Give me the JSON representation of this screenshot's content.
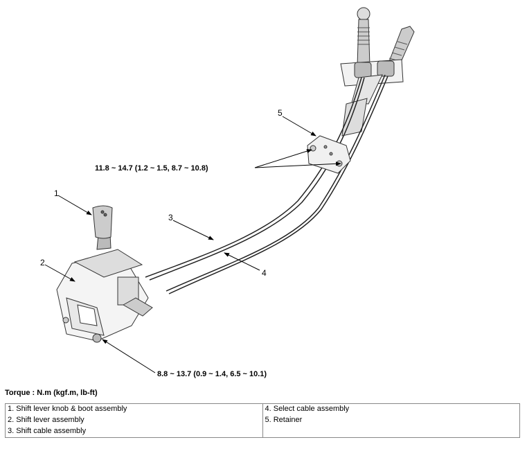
{
  "callouts": [
    "1",
    "2",
    "3",
    "4",
    "5"
  ],
  "torque_specs": {
    "retainer_bolts": "11.8 ~ 14.7 (1.2 ~ 1.5, 8.7 ~ 10.8)",
    "base_bolt": "8.8 ~ 13.7 (0.9 ~ 1.4, 6.5 ~ 10.1)"
  },
  "torque_caption": "Torque : N.m (kgf.m, lb-ft)",
  "legend": {
    "left": [
      "1. Shift lever knob & boot assembly",
      "2. Shift lever assembly",
      "3. Shift cable assembly"
    ],
    "right": [
      "4. Select cable assembly",
      "5. Retainer",
      ""
    ]
  }
}
